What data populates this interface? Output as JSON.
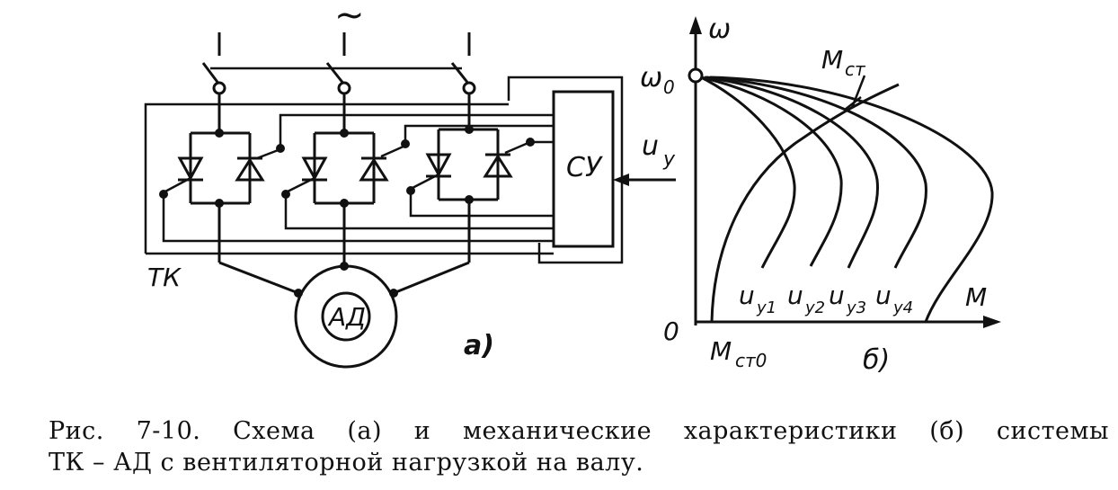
{
  "schematic": {
    "supply_symbol": "~",
    "controller_label": "СУ",
    "control_input_label": "u",
    "control_input_sub": "у",
    "converter_label": "ТК",
    "motor_label": "АД",
    "panel_label": "а)"
  },
  "characteristics": {
    "y_axis_label": "ω",
    "x_axis_label": "M",
    "origin_label": "0",
    "omega0_label": "ω",
    "omega0_sub": "0",
    "load_curve_label": "M",
    "load_curve_sub": "ст",
    "start_torque_label": "M",
    "start_torque_sub": "ст0",
    "curve_labels": [
      "u",
      "u",
      "u",
      "u"
    ],
    "curve_subs": [
      "у1",
      "у2",
      "у3",
      "у4"
    ],
    "panel_label": "б)"
  },
  "caption": {
    "line1": "Рис. 7-10. Схема (а) и механические характеристики (б) системы",
    "line2": "ТК – АД с вентиляторной нагрузкой на валу."
  }
}
